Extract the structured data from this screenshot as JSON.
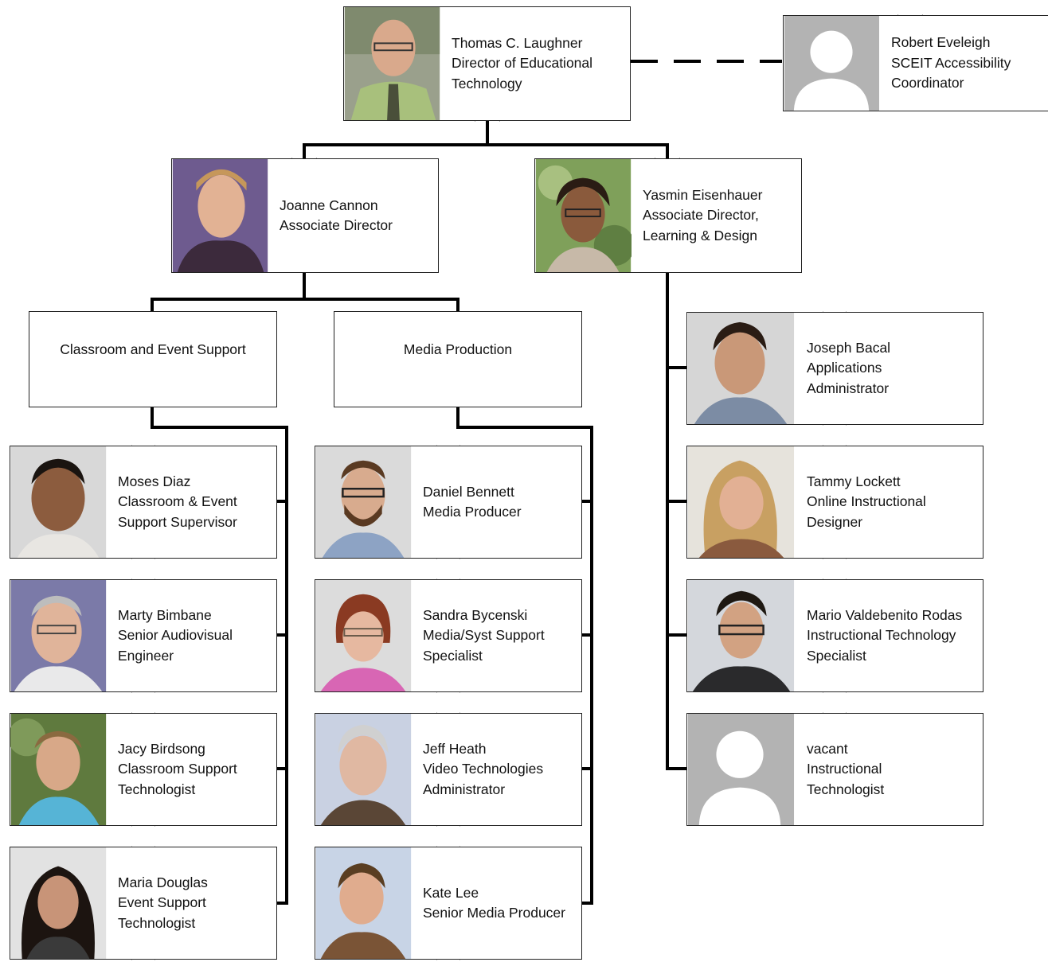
{
  "colors": {
    "line": "#000000",
    "card_border": "#222222",
    "placeholder_bg": "#b3b3b3",
    "placeholder_fg": "#ffffff"
  },
  "director": {
    "name": "Thomas C. Laughner",
    "title_1": "Director of Educational",
    "title_2": "Technology",
    "photo": "photo-green-shirt-tie"
  },
  "accessibility": {
    "name": "Robert Eveleigh",
    "title_1": "SCEIT Accessibility",
    "title_2": "Coordinator",
    "photo": "placeholder-silhouette"
  },
  "assoc_left": {
    "name": "Joanne Cannon",
    "title_1": "Associate Director",
    "photo": "photo-purple-bg"
  },
  "assoc_right": {
    "name": "Yasmin Eisenhauer",
    "title_1": "Associate Director,",
    "title_2": "Learning & Design",
    "photo": "photo-green-foliage"
  },
  "departments": {
    "classroom": "Classroom and Event Support",
    "media": "Media Production"
  },
  "classroom_staff": [
    {
      "name": "Moses Diaz",
      "title_1": "Classroom & Event",
      "title_2": "Support Supervisor",
      "photo": "photo"
    },
    {
      "name": "Marty Bimbane",
      "title_1": "Senior Audiovisual",
      "title_2": "Engineer",
      "photo": "photo"
    },
    {
      "name": "Jacy Birdsong",
      "title_1": "Classroom Support",
      "title_2": "Technologist",
      "photo": "photo"
    },
    {
      "name": "Maria Douglas",
      "title_1": "Event Support",
      "title_2": "Technologist",
      "photo": "photo"
    }
  ],
  "media_staff": [
    {
      "name": "Daniel Bennett",
      "title_1": "Media Producer",
      "photo": "photo"
    },
    {
      "name": "Sandra Bycenski",
      "title_1": "Media/Syst Support",
      "title_2": "Specialist",
      "photo": "photo"
    },
    {
      "name": "Jeff Heath",
      "title_1": "Video Technologies",
      "title_2": "Administrator",
      "photo": "photo"
    },
    {
      "name": "Kate Lee",
      "title_1": "Senior Media Producer",
      "photo": "photo"
    }
  ],
  "learning_staff": [
    {
      "name": "Joseph Bacal",
      "title_1": "Applications",
      "title_2": "Administrator",
      "photo": "photo"
    },
    {
      "name": "Tammy Lockett",
      "title_1": "Online Instructional",
      "title_2": "Designer",
      "photo": "photo"
    },
    {
      "name": "Mario Valdebenito Rodas",
      "title_1": "Instructional Technology",
      "title_2": "Specialist",
      "photo": "photo"
    },
    {
      "name": "vacant",
      "title_1": "Instructional",
      "title_2": "Technologist",
      "photo": "placeholder-silhouette"
    }
  ]
}
